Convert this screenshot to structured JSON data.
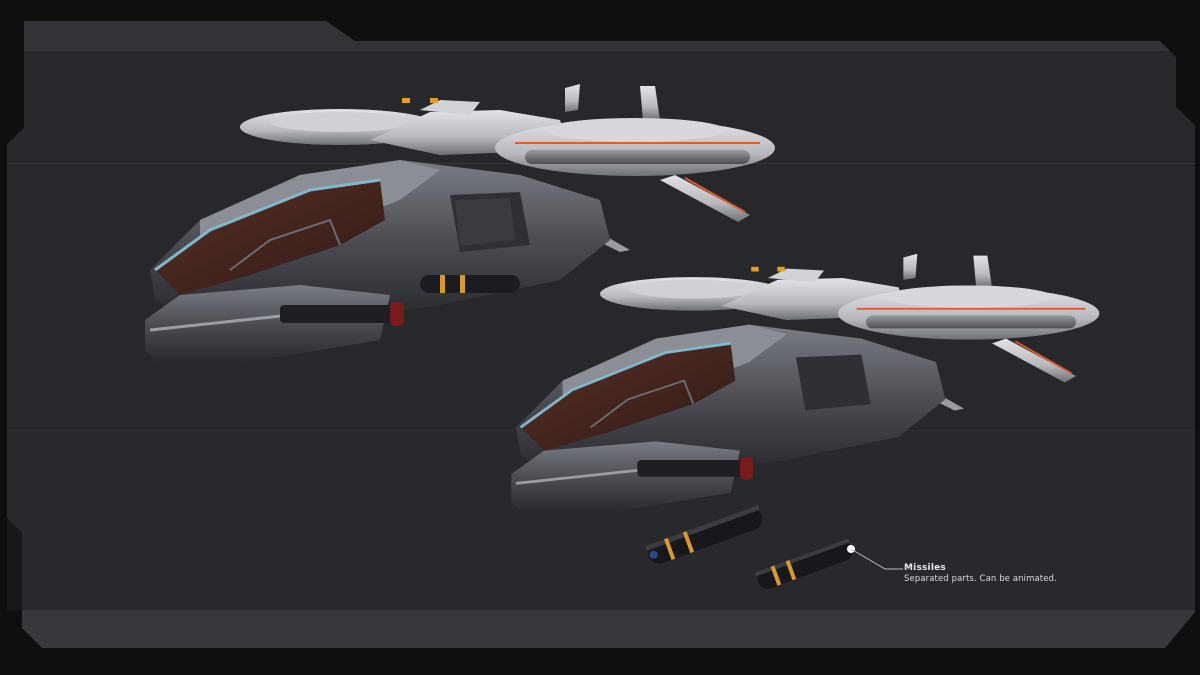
{
  "frame": {
    "background": "#0f0f10",
    "panel_color": "#27282c",
    "top_band_color": "#333337",
    "bottom_band_color": "#37373c"
  },
  "scene": {
    "subjects": [
      {
        "name": "Spaceship gunship (view 1)",
        "position": "upper-left"
      },
      {
        "name": "Spaceship gunship (view 2, missiles separated)",
        "position": "lower-right"
      }
    ],
    "accent_colors": {
      "hull_light": "#c9cbcf",
      "hull_dark": "#3c3e43",
      "canopy_glass": "#4a2a22",
      "canopy_trim": "#7fb8cc",
      "stripe_orange": "#e8592a",
      "missile_band": "#d89a2a"
    }
  },
  "callout": {
    "title": "Missiles",
    "description": "Separated parts. Can be animated."
  }
}
